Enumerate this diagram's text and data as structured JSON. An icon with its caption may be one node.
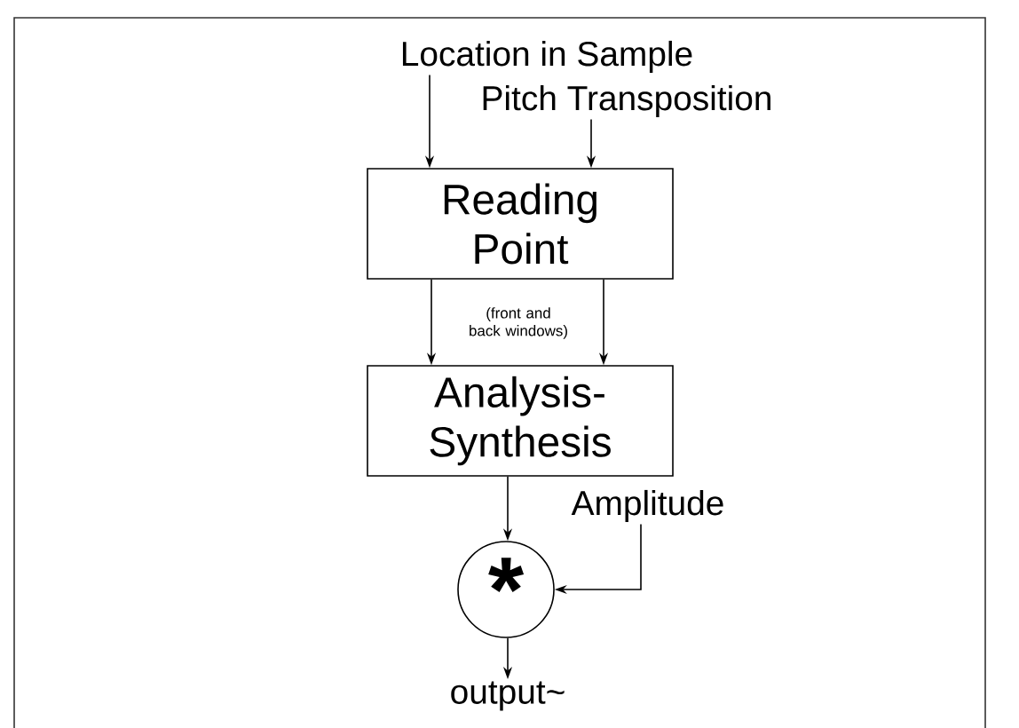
{
  "diagram": {
    "nodes": [
      {
        "text": [
          "Location in Sample"
        ]
      },
      {
        "text": [
          "Pitch Transposition"
        ]
      },
      {
        "text": [
          "Reading Point"
        ]
      },
      {
        "text": [
          "Analysis- Synthesis"
        ]
      },
      {
        "text": [
          "Amplitude"
        ]
      },
      {
        "text": [
          "*"
        ]
      },
      {
        "text": [
          "output~"
        ]
      }
    ],
    "edges": [
      {
        "from": 0,
        "to": 2,
        "arrow": "to"
      },
      {
        "from": 1,
        "to": 2,
        "arrow": "to"
      },
      {
        "from": 2,
        "to": 3,
        "arrow": "to"
      },
      {
        "from": 2,
        "to": 3,
        "arrow": "to"
      },
      {
        "from": 3,
        "to": 5,
        "arrow": "to"
      },
      {
        "from": 4,
        "to": 5,
        "arrow": "to"
      },
      {
        "from": 5,
        "to": 6,
        "arrow": "to"
      }
    ],
    "labels": [
      "(front and back windows)"
    ]
  }
}
